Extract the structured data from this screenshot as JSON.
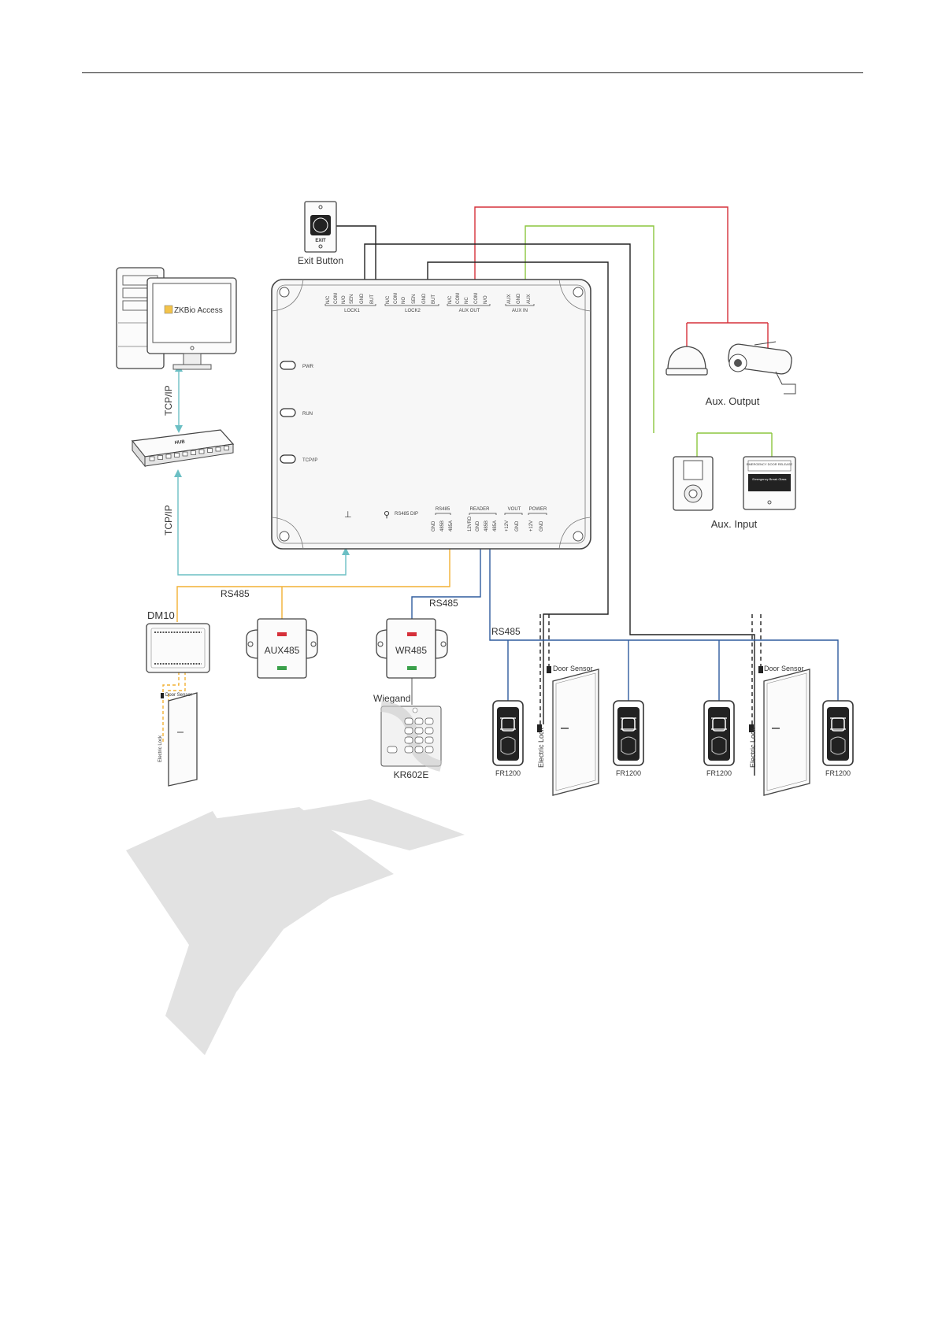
{
  "colors": {
    "power": "#d6303a",
    "aux_input": "#8cc63f",
    "rs485": "#f2b134",
    "reader": "#2f5c9e",
    "tcpip": "#6bbfc4",
    "lock": "#222222",
    "watermark": "#e2e2e2"
  },
  "labels": {
    "exit_button": "Exit Button",
    "exit_text": "EXIT",
    "software_logo": "ZKBio Access",
    "tcpip_upper": "TCP/IP",
    "tcpip_lower": "TCP/IP",
    "hub": "HUB",
    "aux_output": "Aux. Output",
    "aux_input": "Aux. Input",
    "emergency_top": "EMERGENCY DOOR RELEASE",
    "emergency_mid": "Emergency Break Glass",
    "rs485_dm10": "RS485",
    "rs485_wr485": "RS485",
    "rs485_readers": "RS485",
    "dm10": "DM10",
    "aux485": "AUX485",
    "wr485": "WR485",
    "wiegand": "Wiegand",
    "kr602e": "KR602E",
    "door_sensor_small": "Door Sensor",
    "door_sensor_1": "Door Sensor",
    "door_sensor_2": "Door Sensor",
    "electric_lock_small": "Electric Lock",
    "electric_lock_1": "Electric Lock",
    "electric_lock_2": "Electric Lock",
    "fr1200_1": "FR1200",
    "fr1200_2": "FR1200",
    "fr1200_3": "FR1200",
    "fr1200_4": "FR1200"
  },
  "panel": {
    "top_terminals": [
      "N/C",
      "COM",
      "N/O",
      "SEN",
      "GND",
      "BUT",
      "N/C",
      "COM",
      "NO",
      "SEN",
      "GND",
      "BUT",
      "N/C",
      "COM",
      "NC",
      "COM",
      "N/O",
      "AUX",
      "GND",
      "AUX"
    ],
    "top_groups": [
      "LOCK1",
      "LOCK2",
      "AUX OUT",
      "AUX IN"
    ],
    "leds": [
      "PWR",
      "RUN",
      "TCP/IP"
    ],
    "bottom_headers": [
      "RS485 DIP",
      "RS485",
      "READER",
      "VOUT",
      "POWER"
    ],
    "bottom_terminals": [
      "GND",
      "485B",
      "485A",
      "12VRD",
      "GND",
      "485B",
      "485A",
      "+12V",
      "GND",
      "+12V",
      "GND"
    ]
  }
}
